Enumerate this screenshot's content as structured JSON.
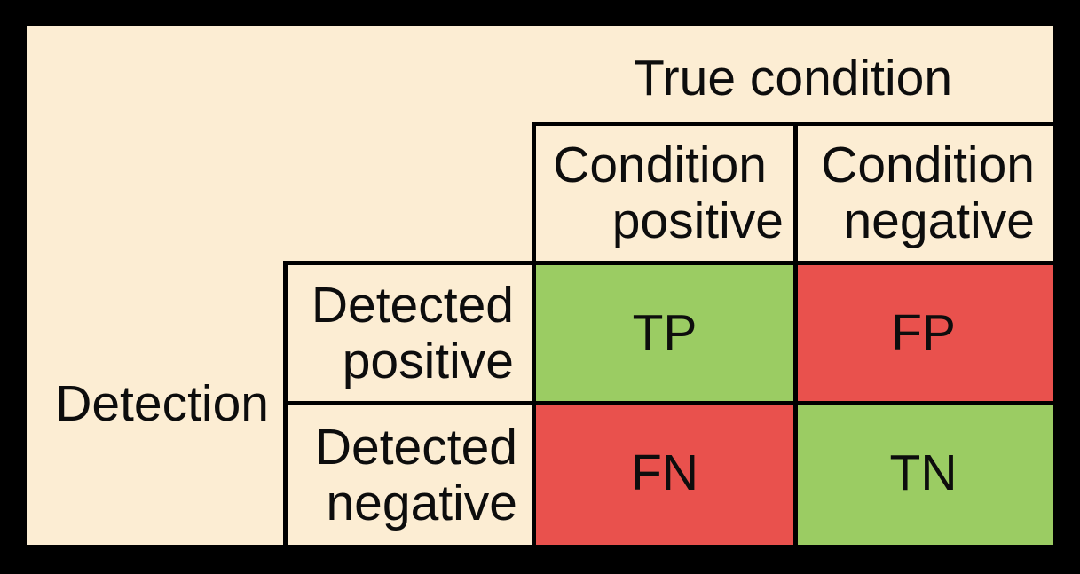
{
  "figure": {
    "top_axis_label": "True condition",
    "side_axis_label": "Detection",
    "column_headers": [
      {
        "line1": "Condition",
        "line2": "positive"
      },
      {
        "line1": "Condition",
        "line2": "negative"
      }
    ],
    "row_headers": [
      {
        "line1": "Detected",
        "line2": "positive"
      },
      {
        "line1": "Detected",
        "line2": "negative"
      }
    ],
    "cells": {
      "tp": "TP",
      "fp": "FP",
      "fn": "FN",
      "tn": "TN"
    },
    "colors": {
      "background_cream": "#FCEDD3",
      "correct_cell_green": "#9BCC63",
      "error_cell_red": "#E9514D",
      "frame_black": "#000000",
      "text_black": "#0D0D0D"
    }
  },
  "chart_data": {
    "type": "table",
    "title": "True condition",
    "row_axis_label": "Detection",
    "columns": [
      "Condition positive",
      "Condition negative"
    ],
    "rows": [
      {
        "header": "Detected positive",
        "values": [
          "TP",
          "FP"
        ]
      },
      {
        "header": "Detected negative",
        "values": [
          "FN",
          "TN"
        ]
      }
    ]
  }
}
